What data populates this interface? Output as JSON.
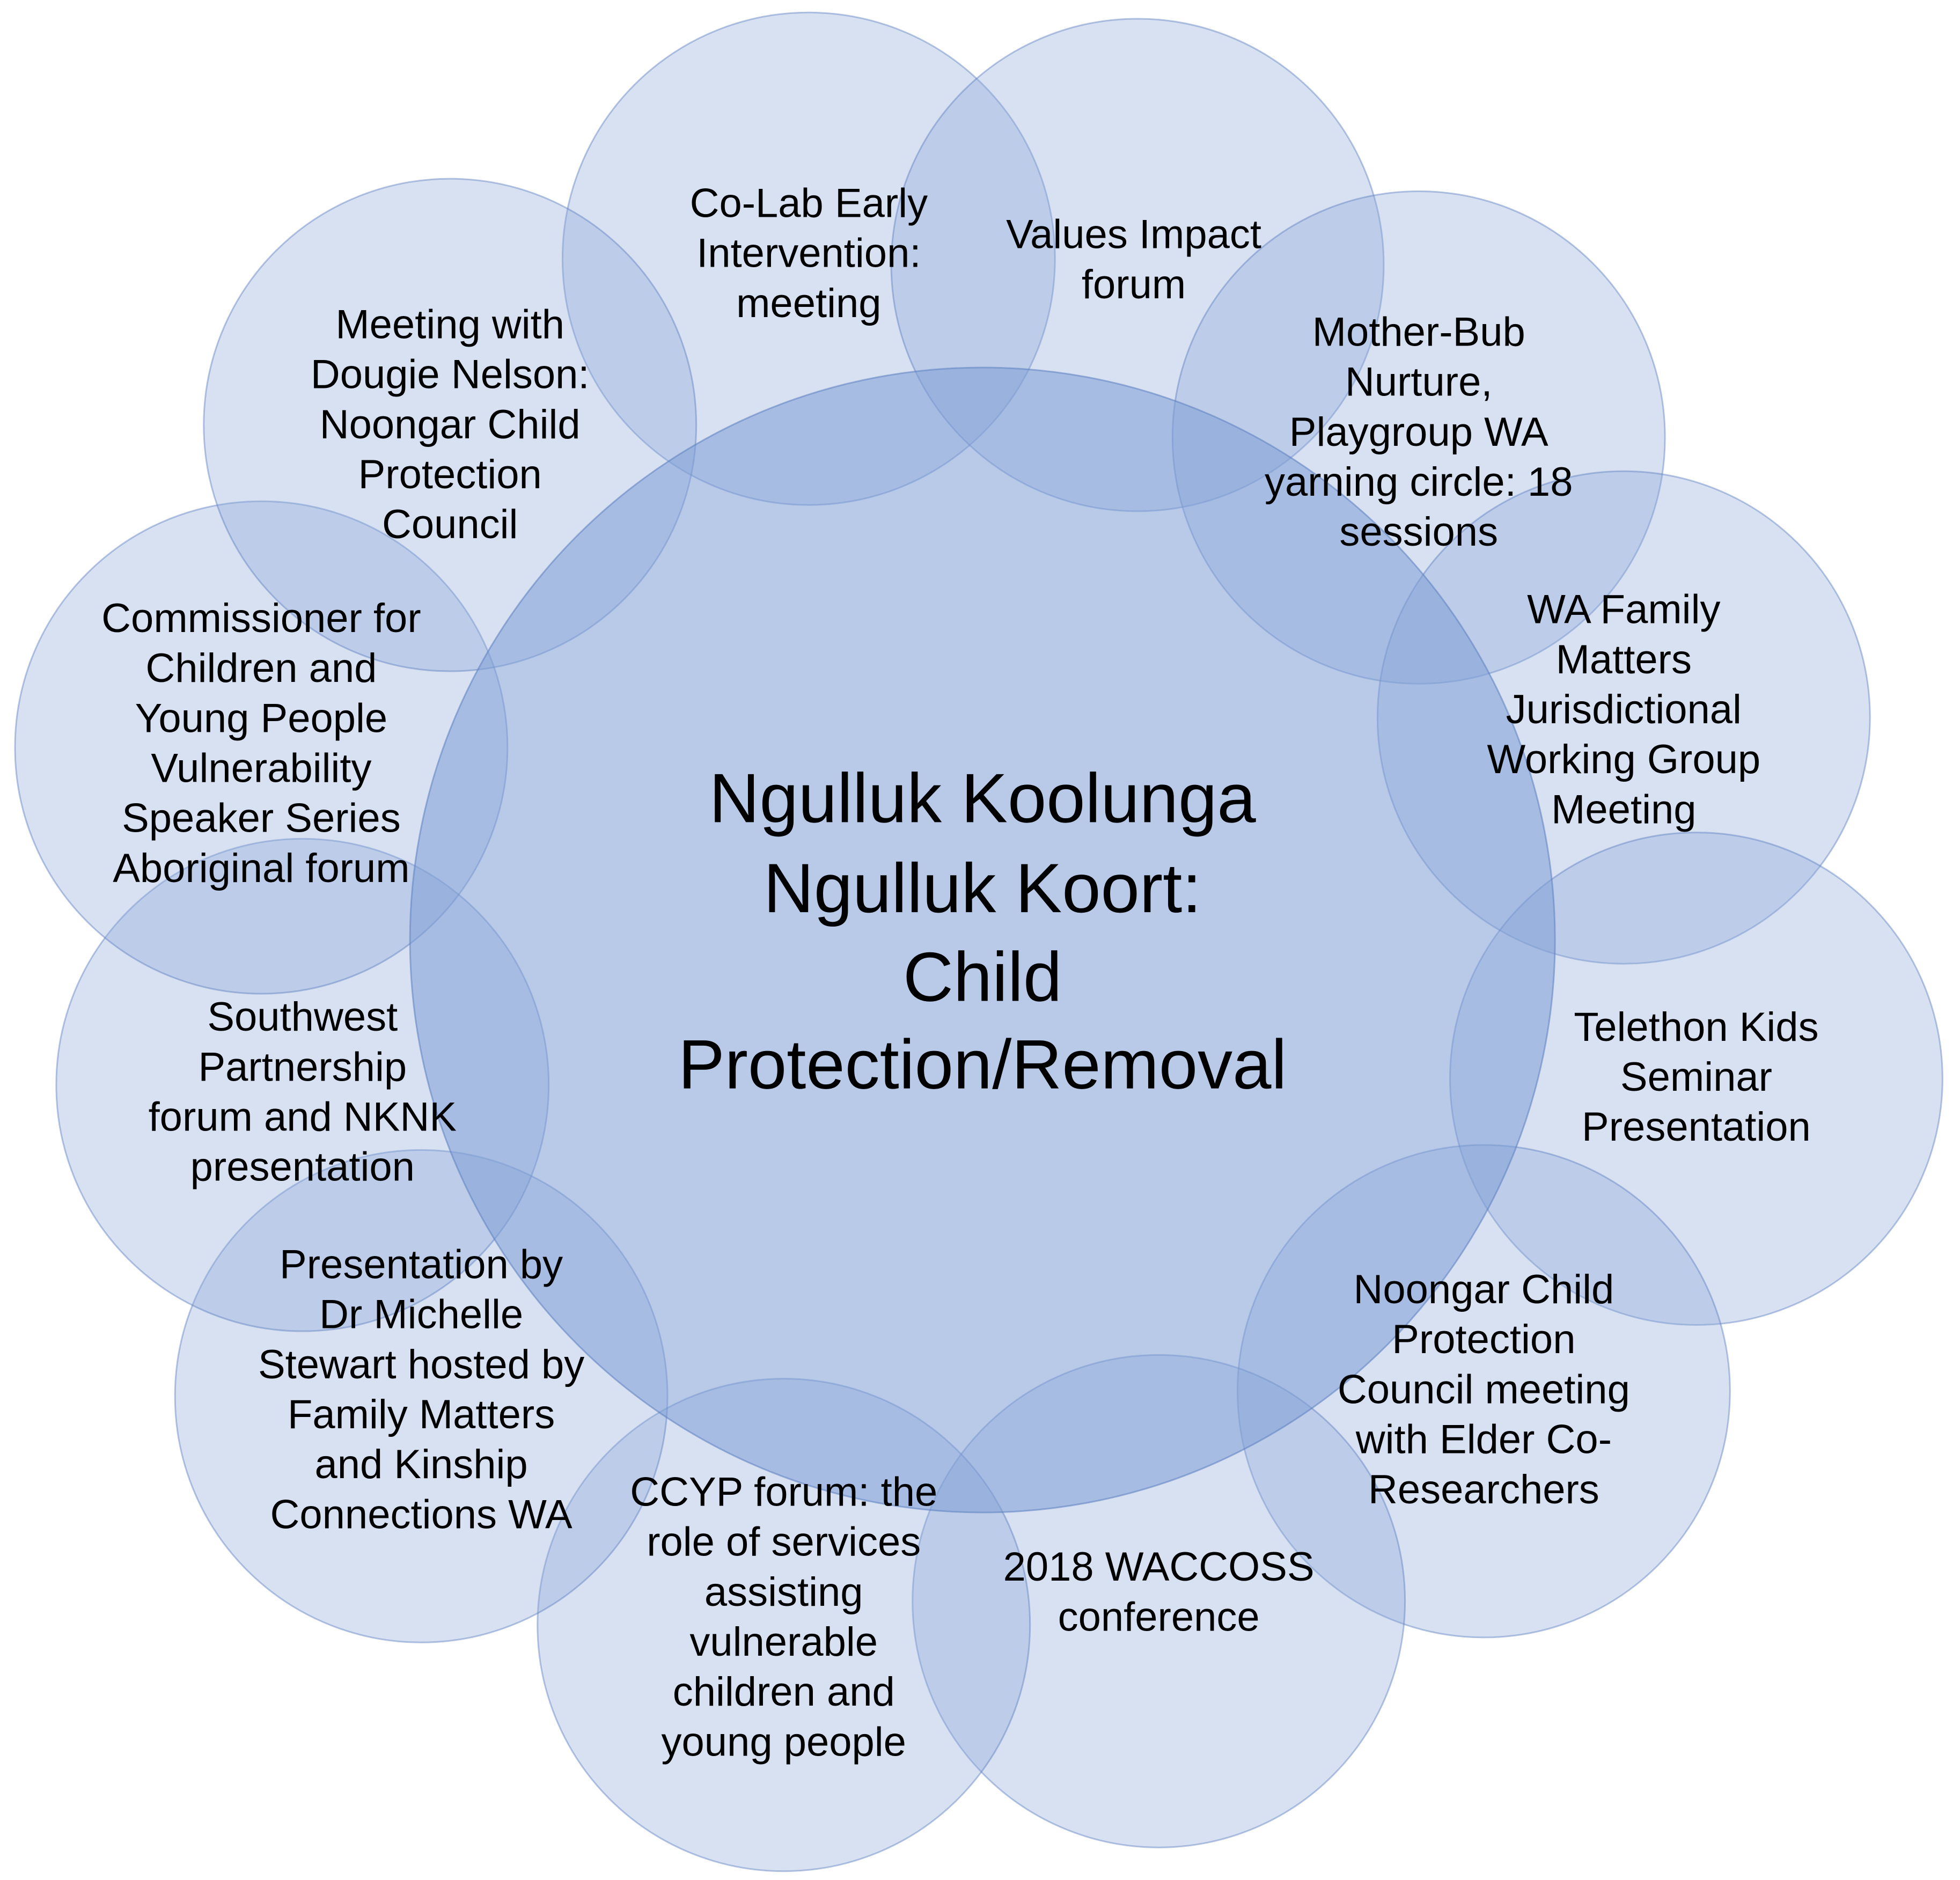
{
  "colors": {
    "circle_fill": "#8ba8da",
    "circle_stroke": "#5d7fbf",
    "center_fill": "#7e9ed6",
    "text": "#000000",
    "background": "#ffffff"
  },
  "center": {
    "lines": [
      "Ngulluk Koolunga",
      "Ngulluk Koort:",
      "Child",
      "Protection/Removal"
    ]
  },
  "nodes": [
    {
      "id": "co-lab",
      "lines": [
        "Co-Lab Early",
        "Intervention:",
        "meeting"
      ]
    },
    {
      "id": "values-impact",
      "lines": [
        "Values Impact",
        "forum"
      ]
    },
    {
      "id": "mother-bub",
      "lines": [
        "Mother-Bub",
        "Nurture,",
        "Playgroup WA",
        "yarning circle: 18",
        "sessions"
      ]
    },
    {
      "id": "wa-family-matters",
      "lines": [
        "WA Family",
        "Matters",
        "Jurisdictional",
        "Working Group",
        "Meeting"
      ]
    },
    {
      "id": "telethon",
      "lines": [
        "Telethon Kids",
        "Seminar",
        "Presentation"
      ]
    },
    {
      "id": "noongar-council-meeting",
      "lines": [
        "Noongar Child",
        "Protection",
        "Council meeting",
        "with Elder Co-",
        "Researchers"
      ]
    },
    {
      "id": "waccoss",
      "lines": [
        "2018 WACCOSS",
        "conference"
      ]
    },
    {
      "id": "ccyp-forum",
      "lines": [
        "CCYP forum: the",
        "role of services",
        "assisting",
        "vulnerable",
        "children and",
        "young people"
      ]
    },
    {
      "id": "michelle-stewart",
      "lines": [
        "Presentation by",
        "Dr Michelle",
        "Stewart hosted by",
        "Family Matters",
        "and Kinship",
        "Connections WA"
      ]
    },
    {
      "id": "southwest",
      "lines": [
        "Southwest",
        "Partnership",
        "forum and NKNK",
        "presentation"
      ]
    },
    {
      "id": "commissioner",
      "lines": [
        "Commissioner for",
        "Children and",
        "Young People",
        "Vulnerability",
        "Speaker Series",
        "Aboriginal forum"
      ]
    },
    {
      "id": "dougie-nelson",
      "lines": [
        "Meeting with",
        "Dougie Nelson:",
        "Noongar Child",
        "Protection",
        "Council"
      ]
    }
  ]
}
